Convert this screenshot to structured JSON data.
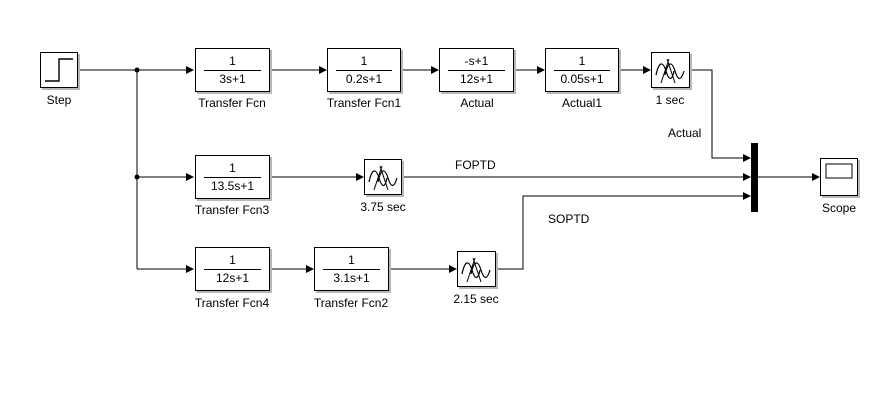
{
  "blocks": {
    "step": {
      "label": "Step"
    },
    "tf": {
      "num": "1",
      "den": "3s+1",
      "label": "Transfer Fcn"
    },
    "tf1": {
      "num": "1",
      "den": "0.2s+1",
      "label": "Transfer Fcn1"
    },
    "actual": {
      "num": "-s+1",
      "den": "12s+1",
      "label": "Actual"
    },
    "actual1": {
      "num": "1",
      "den": "0.05s+1",
      "label": "Actual1"
    },
    "delay1": {
      "label": "1 sec"
    },
    "tf3": {
      "num": "1",
      "den": "13.5s+1",
      "label": "Transfer Fcn3"
    },
    "delay2": {
      "label": "3.75 sec"
    },
    "tf4": {
      "num": "1",
      "den": "12s+1",
      "label": "Transfer Fcn4"
    },
    "tf2": {
      "num": "1",
      "den": "3.1s+1",
      "label": "Transfer Fcn2"
    },
    "delay3": {
      "label": "2.15 sec"
    },
    "scope": {
      "label": "Scope"
    }
  },
  "signals": {
    "actual": "Actual",
    "foptd": "FOPTD",
    "soptd": "SOPTD"
  },
  "icons": {
    "step": "step-icon",
    "delay": "transport-delay-icon",
    "scope": "scope-icon",
    "mux": "mux-icon"
  },
  "colors": {
    "line": "#000000",
    "shadow": "#b8b8b8",
    "background": "#ffffff"
  }
}
